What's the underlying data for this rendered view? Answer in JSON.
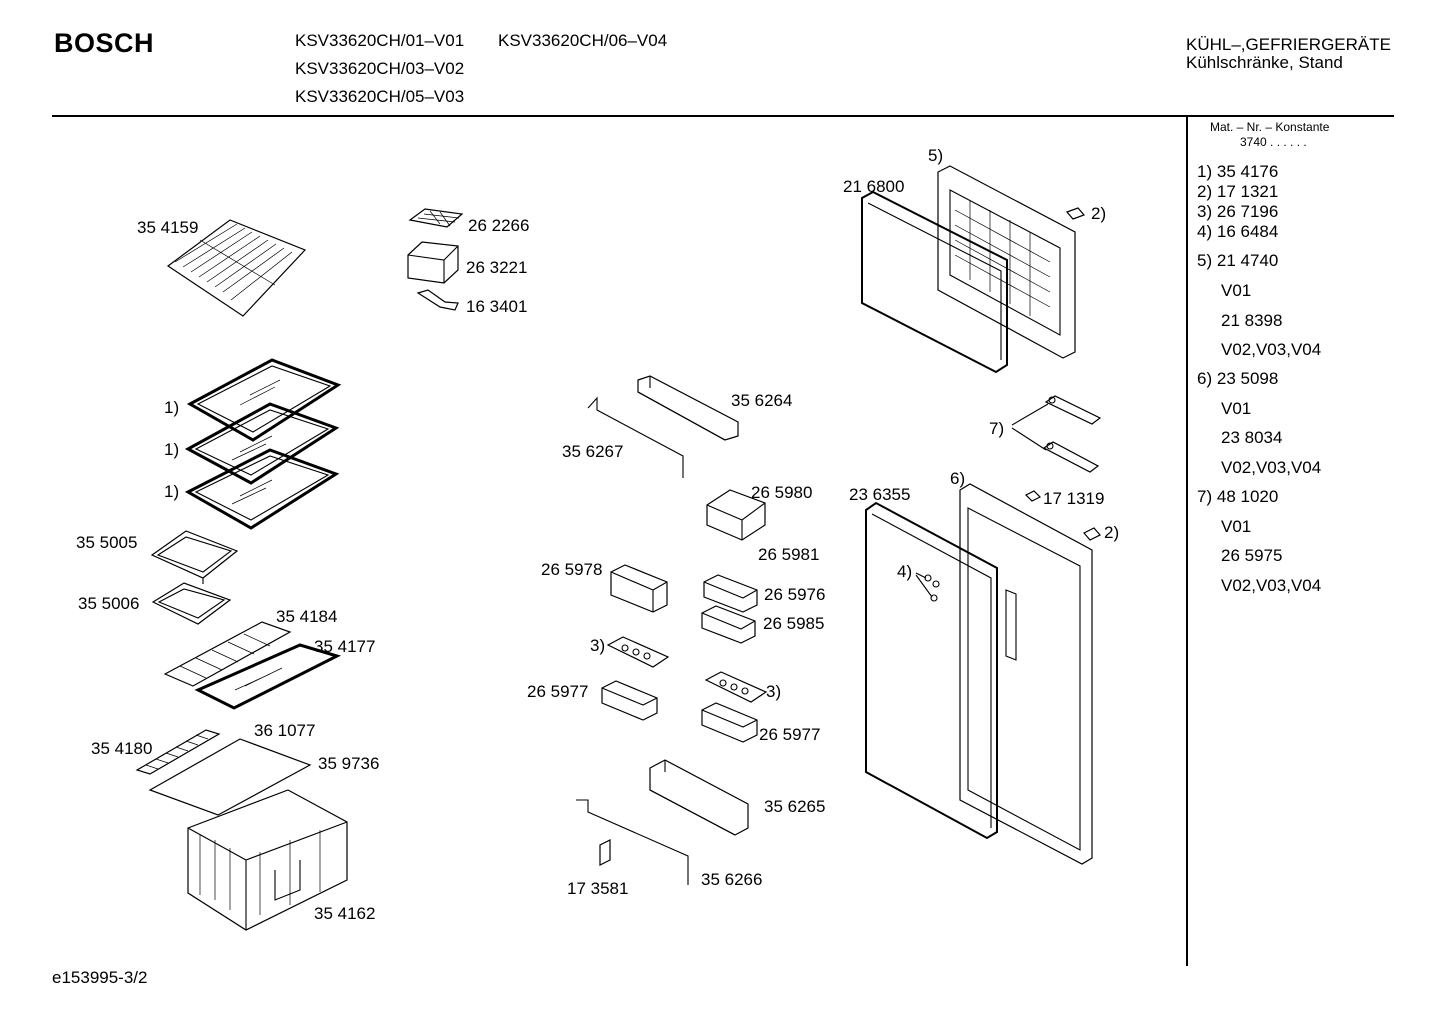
{
  "header": {
    "brand": "BOSCH",
    "models": [
      "KSV33620CH/01–V01",
      "KSV33620CH/06–V04",
      "KSV33620CH/03–V02",
      "KSV33620CH/05–V03"
    ],
    "category_line1": "KÜHL–,GEFRIERGERÄTE",
    "category_line2": "Kühlschränke, Stand"
  },
  "sidebar": {
    "mat_header": "Mat. – Nr. – Konstante",
    "mat_value": "3740 . . . . . .",
    "footnotes": [
      {
        "ref": "1)",
        "part": "35 4176"
      },
      {
        "ref": "2)",
        "part": "17 1321"
      },
      {
        "ref": "3)",
        "part": "26 7196"
      },
      {
        "ref": "4)",
        "part": "16 6484"
      },
      {
        "ref": "5)",
        "part": "21 4740"
      }
    ],
    "variants": [
      "V01",
      "21 8398",
      "V02,V03,V04"
    ],
    "fn6": {
      "ref": "6)",
      "part": "23 5098"
    },
    "variants6": [
      "V01",
      "23 8034",
      "V02,V03,V04"
    ],
    "fn7": {
      "ref": "7)",
      "part": "48 1020"
    },
    "variants7": [
      "V01",
      "26 5975",
      "V02,V03,V04"
    ]
  },
  "labels": {
    "p354159": "35 4159",
    "p262266": "26 2266",
    "p263221": "26 3221",
    "p163401": "16 3401",
    "r5": "5)",
    "p216800": "21 6800",
    "r2a": "2)",
    "r1a": "1)",
    "r1b": "1)",
    "r1c": "1)",
    "p356264": "35 6264",
    "p356267": "35 6267",
    "r7": "7)",
    "p355005": "35 5005",
    "p265980": "26 5980",
    "p236355": "23 6355",
    "r6": "6)",
    "p171319": "17 1319",
    "r2b": "2)",
    "p265981": "26 5981",
    "p265978": "26 5978",
    "r4": "4)",
    "p355006": "35 5006",
    "p265976": "26 5976",
    "p354184": "35 4184",
    "p354177": "35 4177",
    "p265985": "26 5985",
    "r3a": "3)",
    "p265977a": "26 5977",
    "r3b": "3)",
    "p361077": "36 1077",
    "p354180": "35 4180",
    "p265977b": "26 5977",
    "p359736": "35 9736",
    "p356265": "35 6265",
    "p356266": "35 6266",
    "p173581": "17 3581",
    "p354162": "35 4162"
  },
  "footer": {
    "doc_id": "e153995-3/2"
  }
}
